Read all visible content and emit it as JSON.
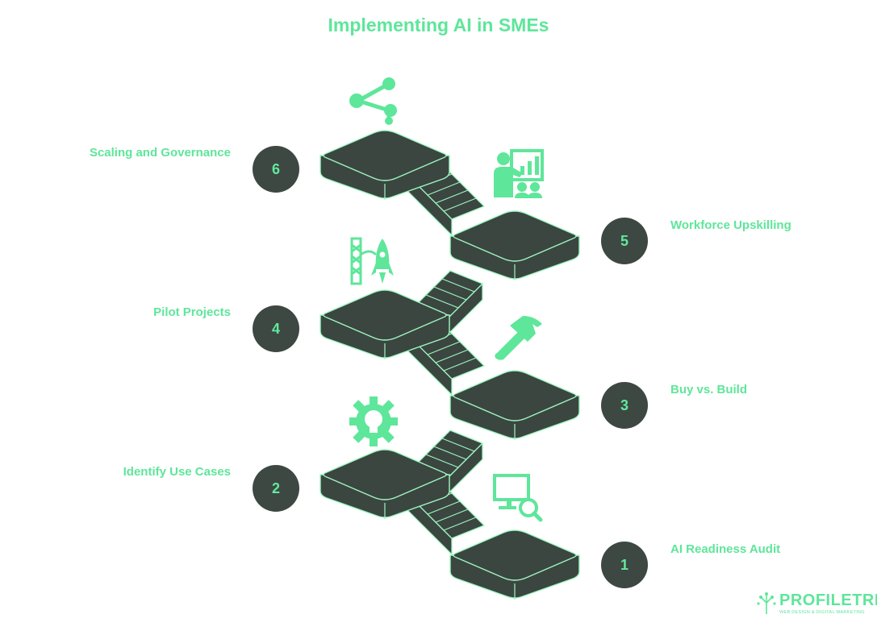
{
  "title": "Implementing AI in SMEs",
  "colors": {
    "accent": "#5ee69a",
    "dark": "#3d4842",
    "platform": "#3b4640",
    "outline": "#9ff7c3"
  },
  "steps": [
    {
      "number": "1",
      "label": "AI Readiness Audit",
      "icon": "monitor-search-icon"
    },
    {
      "number": "2",
      "label": "Identify Use Cases",
      "icon": "gear-lightbulb-icon"
    },
    {
      "number": "3",
      "label": "Buy vs. Build",
      "icon": "hammer-icon"
    },
    {
      "number": "4",
      "label": "Pilot Projects",
      "icon": "rocket-launch-icon"
    },
    {
      "number": "5",
      "label": "Workforce Upskilling",
      "icon": "trainer-presentation-icon"
    },
    {
      "number": "6",
      "label": "Scaling and Governance",
      "icon": "share-network-icon"
    }
  ],
  "logo": {
    "name": "PROFILETREE",
    "tagline": "WEB DESIGN & DIGITAL MARKETING"
  }
}
